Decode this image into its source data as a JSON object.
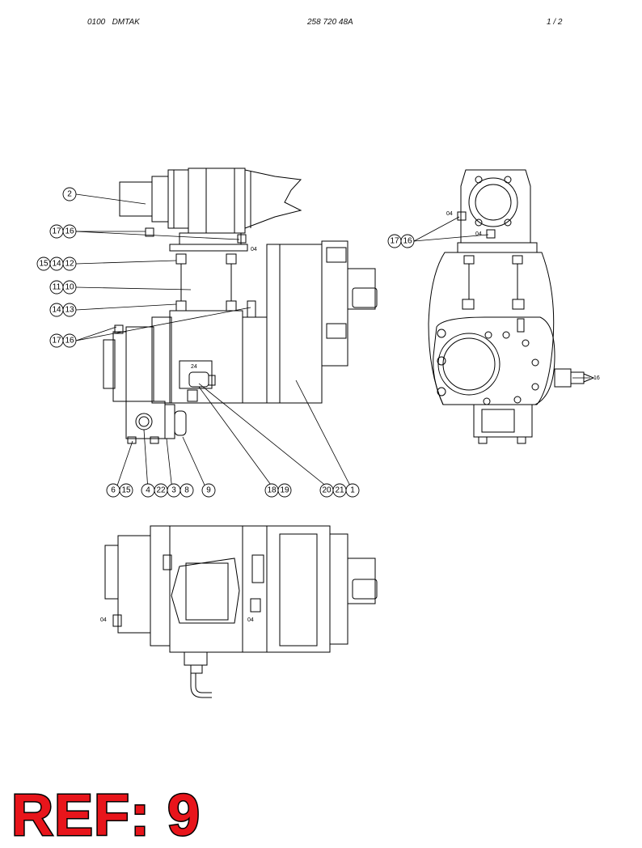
{
  "header": {
    "left": "0100   DMTAK",
    "center": "258 720 48A",
    "right": "1 / 2"
  },
  "callouts": [
    "2",
    "17",
    "16",
    "15",
    "14",
    "12",
    "11",
    "10",
    "13",
    "6",
    "4",
    "22",
    "3",
    "8",
    "9",
    "18",
    "19",
    "20",
    "21",
    "1"
  ],
  "labels": {
    "l04": "04",
    "l24": "24",
    "l16": "16"
  },
  "ref": {
    "text": "REF: 9",
    "color": "#e8151b"
  }
}
